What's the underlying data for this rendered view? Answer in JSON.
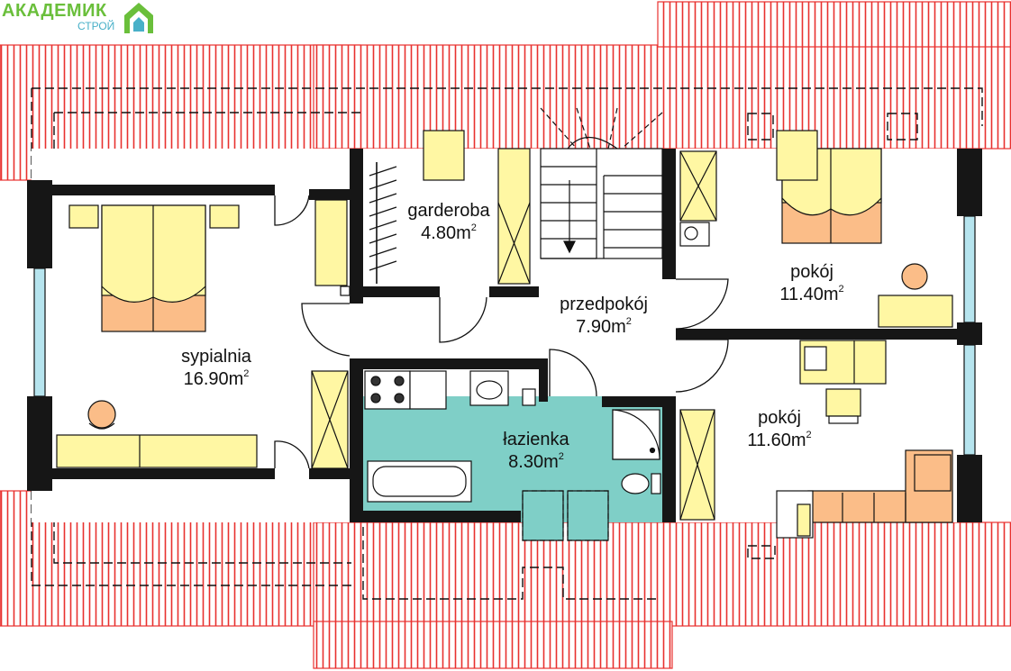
{
  "brand": {
    "name": "АКАДЕМИК",
    "sub": "СТРОЙ",
    "color_name": "#6abf3b",
    "color_sub": "#48b0c8"
  },
  "rooms": [
    {
      "id": "sypialnia",
      "name": "sypialnia",
      "area": "16.90m",
      "sup": "2"
    },
    {
      "id": "garderoba",
      "name": "garderoba",
      "area": "4.80m",
      "sup": "2"
    },
    {
      "id": "przedpokoj",
      "name": "przedpokój",
      "area": "7.90m",
      "sup": "2"
    },
    {
      "id": "lazienka",
      "name": "łazienka",
      "area": "8.30m",
      "sup": "2"
    },
    {
      "id": "pokoj-1",
      "name": "pokój",
      "area": "11.40m",
      "sup": "2"
    },
    {
      "id": "pokoj-2",
      "name": "pokój",
      "area": "11.60m",
      "sup": "2"
    }
  ],
  "colors": {
    "roof_fill": "#ffffff",
    "roof_line": "#e8312f",
    "wall": "#161616",
    "bathroom_floor": "#7fcfc7",
    "furniture_fill": "#fff7a3",
    "furniture_accent": "#fbbd88",
    "window_glass": "#b6e4ee"
  }
}
